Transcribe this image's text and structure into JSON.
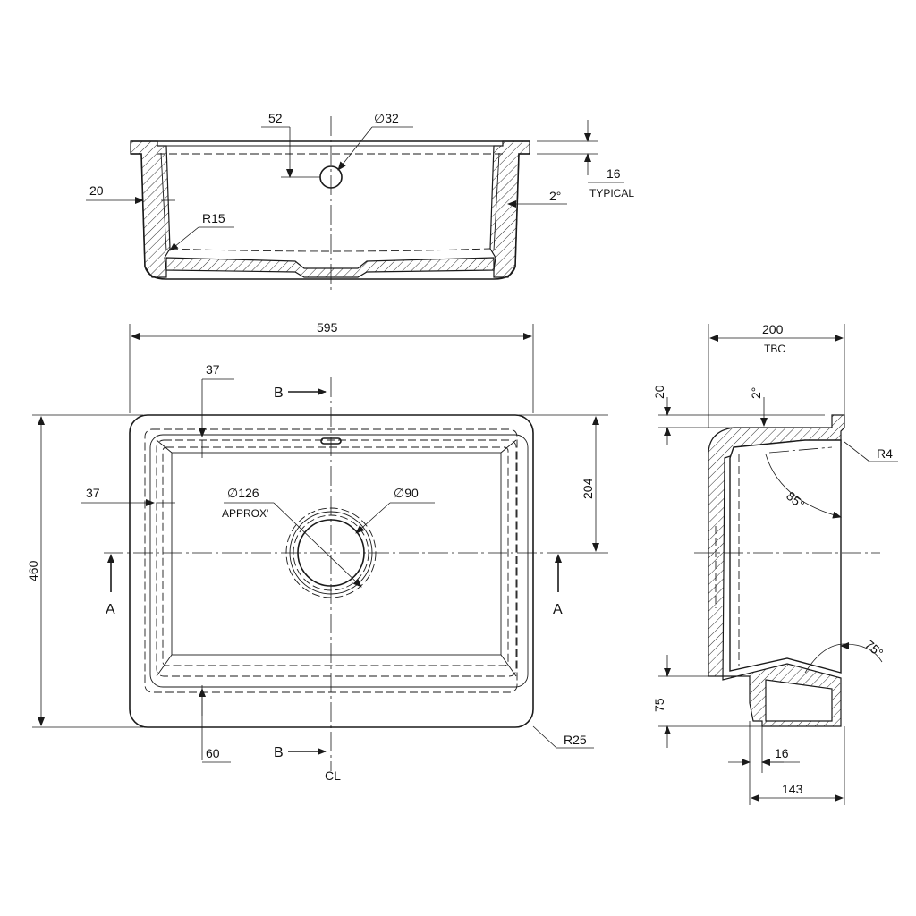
{
  "front_section": {
    "dim_52": "52",
    "dim_dia32": "∅32",
    "dim_16": "16",
    "dim_typical": "TYPICAL",
    "dim_20": "20",
    "dim_2deg": "2°",
    "dim_r15": "R15"
  },
  "plan_view": {
    "dim_595": "595",
    "dim_37_top": "37",
    "dim_37_left": "37",
    "dim_460": "460",
    "dim_204": "204",
    "dim_60": "60",
    "dim_r25": "R25",
    "dim_dia126": "∅126",
    "dim_approx": "APPROX'",
    "dim_dia90": "∅90",
    "section_b_top": "B",
    "section_b_bottom": "B",
    "section_a_left": "A",
    "section_a_right": "A",
    "centerline_symbol": "CL"
  },
  "side_section": {
    "dim_200": "200",
    "dim_tbc": "TBC",
    "dim_20": "20",
    "dim_2deg": "2°",
    "dim_r4": "R4",
    "dim_85deg": "85°",
    "dim_75deg": "75°",
    "dim_75": "75",
    "dim_16": "16",
    "dim_143": "143"
  }
}
